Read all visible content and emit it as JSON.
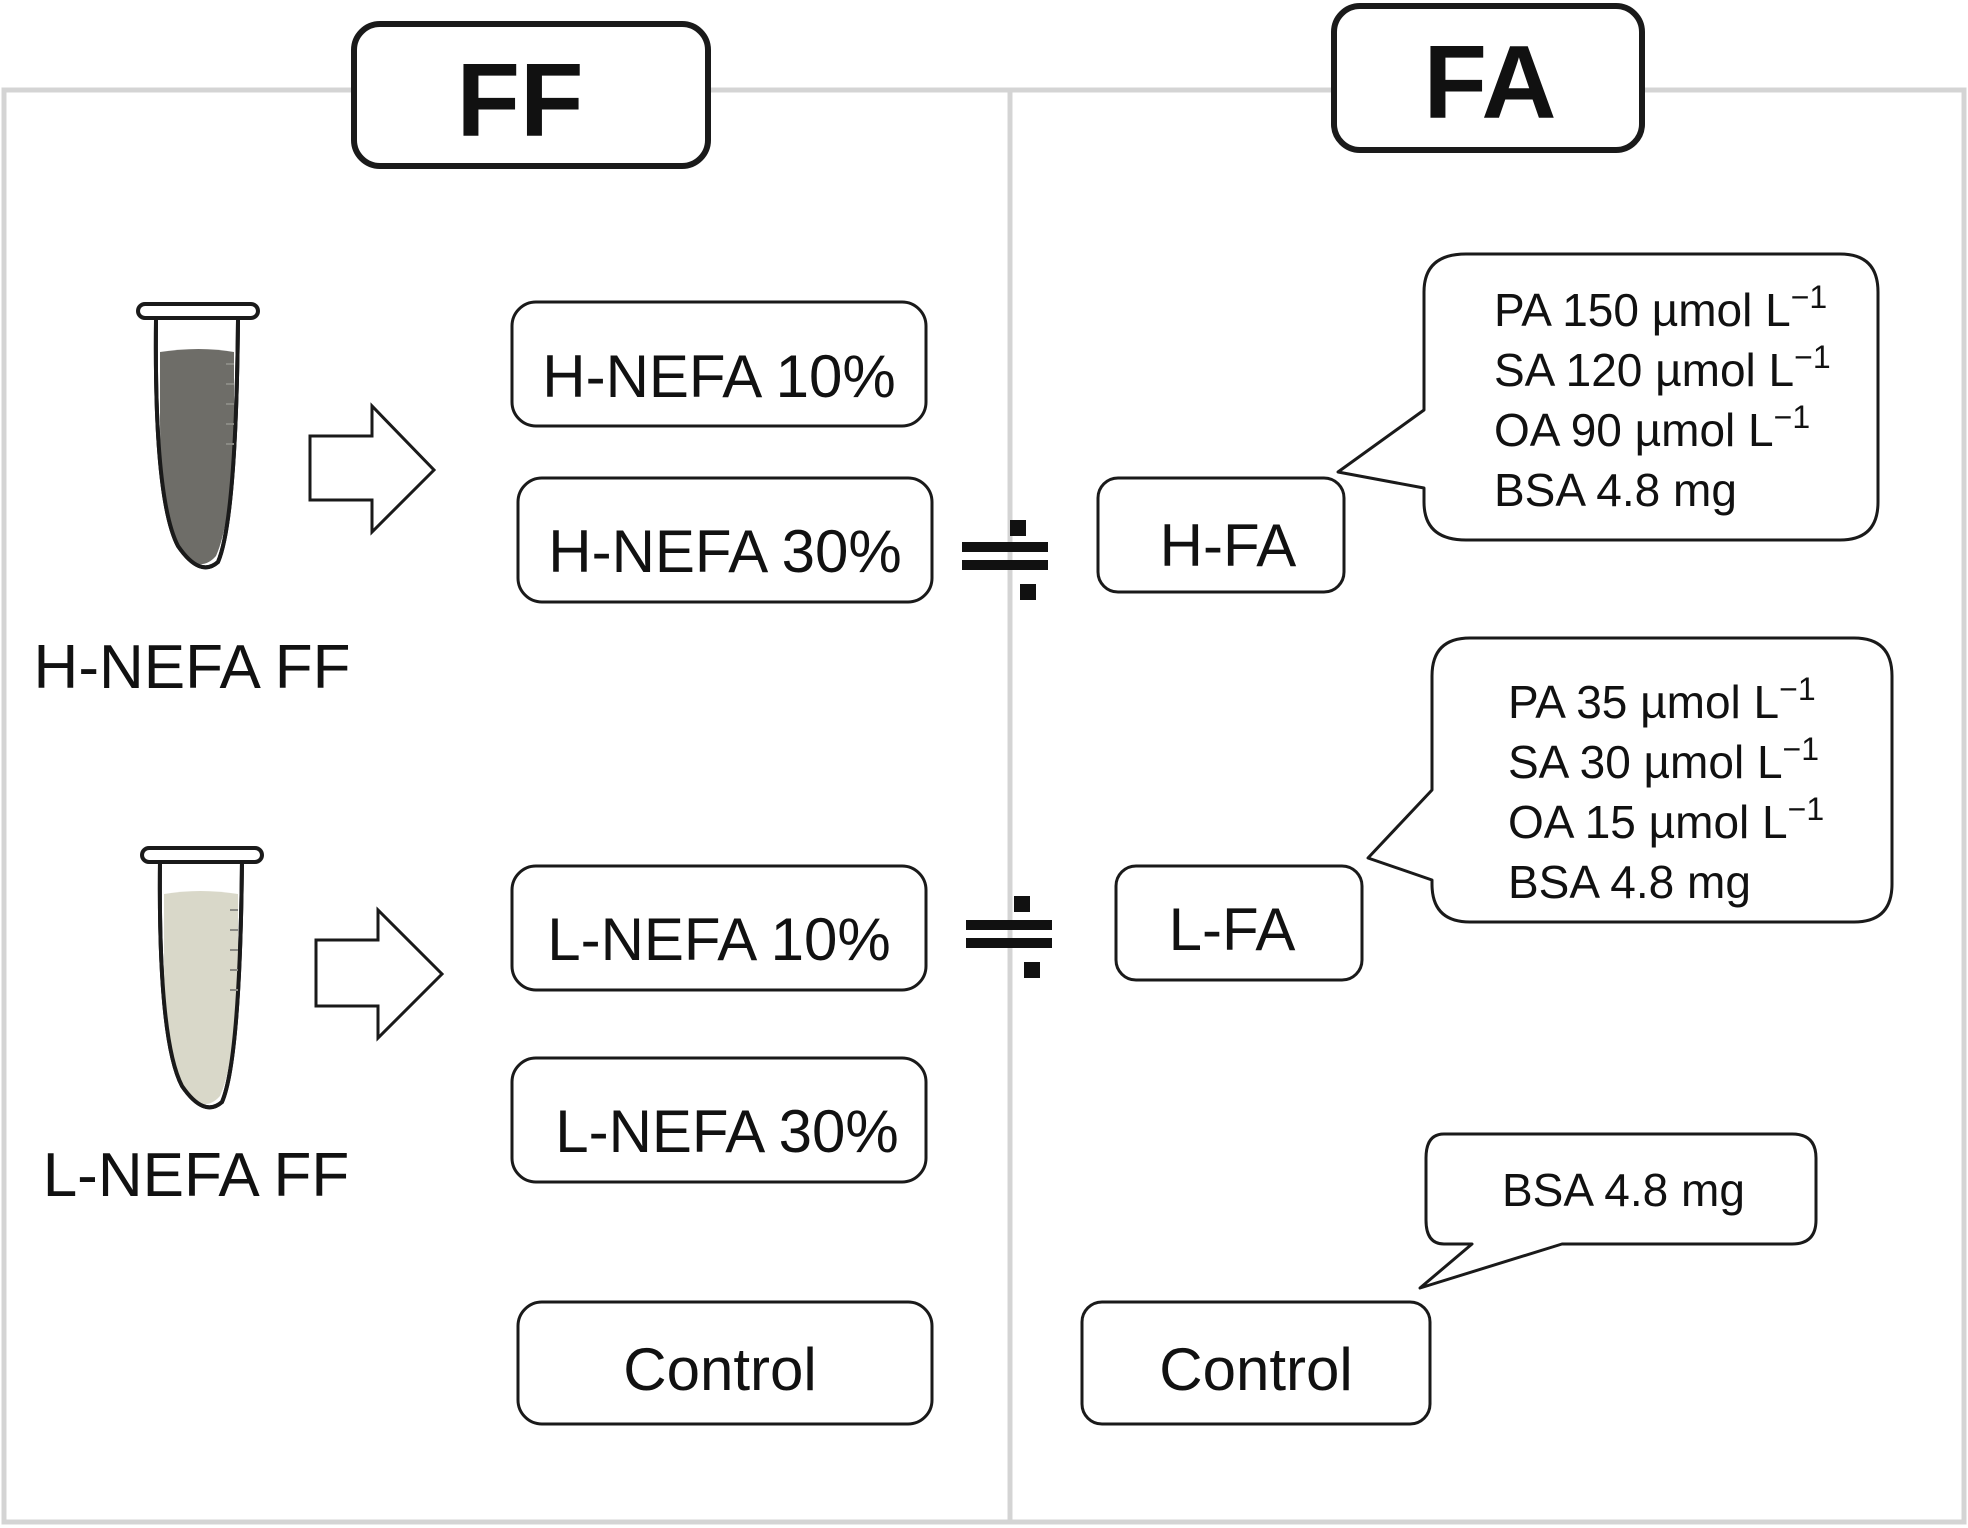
{
  "headers": {
    "left": "FF",
    "right": "FA"
  },
  "tubes": {
    "high": {
      "label": "H-NEFA FF",
      "fill_color": "#6e6d68"
    },
    "low": {
      "label": "L-NEFA FF",
      "fill_color": "#d9d8c9"
    }
  },
  "ff_groups": {
    "h10": "H-NEFA 10%",
    "h30": "H-NEFA 30%",
    "l10": "L-NEFA 10%",
    "l30": "L-NEFA 30%",
    "control": "Control"
  },
  "approx_symbol": "≑",
  "fa_groups": {
    "hfa": "H-FA",
    "lfa": "L-FA",
    "control": "Control"
  },
  "bubbles": {
    "hfa": [
      {
        "text": "PA 150 µmol L",
        "sup": "−1"
      },
      {
        "text": "SA 120 µmol L",
        "sup": "−1"
      },
      {
        "text": "OA 90 µmol L",
        "sup": "−1"
      },
      {
        "text": "BSA 4.8 mg",
        "sup": ""
      }
    ],
    "lfa": [
      {
        "text": "PA 35 µmol L",
        "sup": "−1"
      },
      {
        "text": "SA 30 µmol L",
        "sup": "−1"
      },
      {
        "text": "OA 15 µmol L",
        "sup": "−1"
      },
      {
        "text": "BSA 4.8 mg",
        "sup": ""
      }
    ],
    "control": [
      {
        "text": "BSA 4.8 mg",
        "sup": ""
      }
    ]
  },
  "colors": {
    "panel_border": "#d4d4d4",
    "stroke": "#1a1a1a"
  }
}
